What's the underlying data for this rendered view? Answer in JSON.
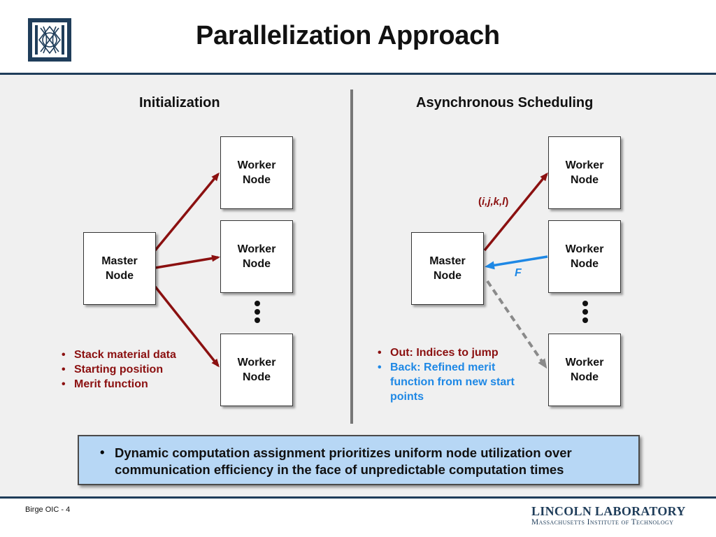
{
  "title": "Parallelization Approach",
  "left": {
    "heading": "Initialization",
    "master": {
      "line1": "Master",
      "line2": "Node"
    },
    "workers": [
      {
        "line1": "Worker",
        "line2": "Node"
      },
      {
        "line1": "Worker",
        "line2": "Node"
      },
      {
        "line1": "Worker",
        "line2": "Node"
      }
    ],
    "bullets": [
      "Stack material data",
      "Starting position",
      "Merit function"
    ]
  },
  "right": {
    "heading": "Asynchronous Scheduling",
    "master": {
      "line1": "Master",
      "line2": "Node"
    },
    "workers": [
      {
        "line1": "Worker",
        "line2": "Node"
      },
      {
        "line1": "Worker",
        "line2": "Node"
      },
      {
        "line1": "Worker",
        "line2": "Node"
      }
    ],
    "label_out": "i,j,k,l",
    "label_back": "F",
    "bullets": [
      "Out: Indices to jump",
      "Back: Refined merit function from new start points"
    ]
  },
  "callout": "Dynamic computation assignment prioritizes uniform node utilization over communication efficiency in the face of unpredictable computation times",
  "footer": {
    "page": "Birge OIC - 4",
    "lab": "LINCOLN LABORATORY",
    "institute": "Massachusetts Institute of Technology"
  },
  "colors": {
    "out_arrow": "#8b1010",
    "back_arrow": "#1e88e5",
    "pending_arrow": "#8a8a8a",
    "callout_bg": "#b7d7f5",
    "rule": "#1f3d5a"
  }
}
